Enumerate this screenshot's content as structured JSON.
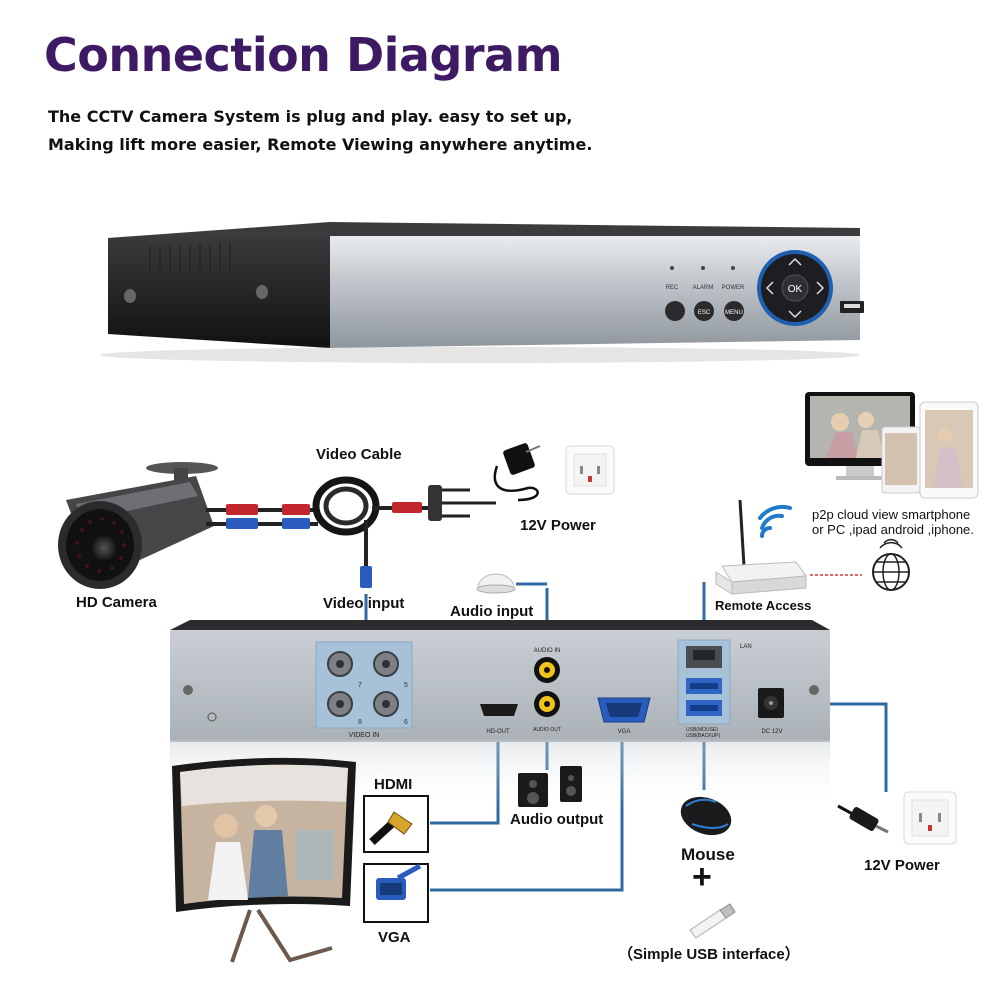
{
  "header": {
    "title": "Connection Diagram",
    "subtitle_line1": "The CCTV Camera System is plug and play. easy to set up,",
    "subtitle_line2": "Making lift more easier, Remote Viewing anywhere anytime."
  },
  "dvr_front": {
    "led_labels": [
      "REC",
      "ALARM",
      "POWER"
    ],
    "button_labels": [
      "ESC",
      "MENU"
    ],
    "dpad_center": "OK"
  },
  "labels": {
    "video_cable": "Video Cable",
    "hd_camera": "HD Camera",
    "video_input": "Video input",
    "audio_input": "Audio input",
    "power_top": "12V Power",
    "remote_access": "Remote Access",
    "p2p_line1": "p2p cloud view smartphone",
    "p2p_line2": "or PC ,ipad android ,iphone.",
    "hdmi": "HDMI",
    "vga": "VGA",
    "audio_output": "Audio output",
    "mouse": "Mouse",
    "plus": "+",
    "usb_interface": "（Simple USB interface）",
    "power_bottom": "12V Power"
  },
  "dvr_back": {
    "video_in": "VIDEO IN",
    "hd_out": "HD-OUT",
    "audio_in": "AUDIO IN",
    "audio_out": "AUDIO OUT",
    "vga_port": "VGA",
    "lan": "LAN",
    "usb_mouse": "USB(MOUSE)",
    "usb_backup": "USB(BACKUP)",
    "dc12v": "DC 12V",
    "bnc_numbers": [
      "7",
      "5",
      "8",
      "6"
    ]
  },
  "colors": {
    "title": "#3d1a63",
    "connector_line": "#2f6aa0",
    "dvr_panel": "#b9c0c6",
    "accent_blue": "#1f5fb0"
  }
}
